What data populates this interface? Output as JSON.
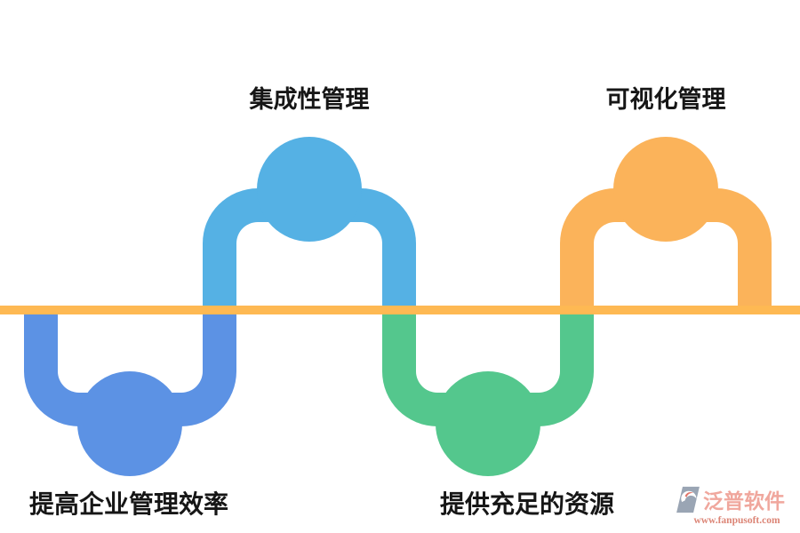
{
  "diagram": {
    "type": "wave-process",
    "baseline": {
      "orientation": "horizontal"
    },
    "nodes": [
      {
        "id": "efficiency",
        "label": "提高企业管理效率",
        "position": "below-line",
        "color_name": "royal",
        "color": "#5C92E4"
      },
      {
        "id": "integration",
        "label": "集成性管理",
        "position": "above-line",
        "color_name": "sky",
        "color": "#55B1E4"
      },
      {
        "id": "resources",
        "label": "提供充足的资源",
        "position": "below-line",
        "color_name": "green",
        "color": "#54C78D"
      },
      {
        "id": "visualization",
        "label": "可视化管理",
        "position": "above-line",
        "color_name": "orange",
        "color": "#FBB35A"
      }
    ]
  },
  "watermark": {
    "brand": "泛普软件",
    "url": "www.fanpusoft.com"
  },
  "colors": {
    "royal": "#5C92E4",
    "sky": "#55B1E4",
    "green": "#54C78D",
    "orange": "#FBB35A",
    "baseline": "#FEB953",
    "wm-brand": "#F0A79D",
    "wm-url": "#DC8576",
    "wm-icon": "#9AA5B4",
    "background": "#FFFFFF"
  }
}
